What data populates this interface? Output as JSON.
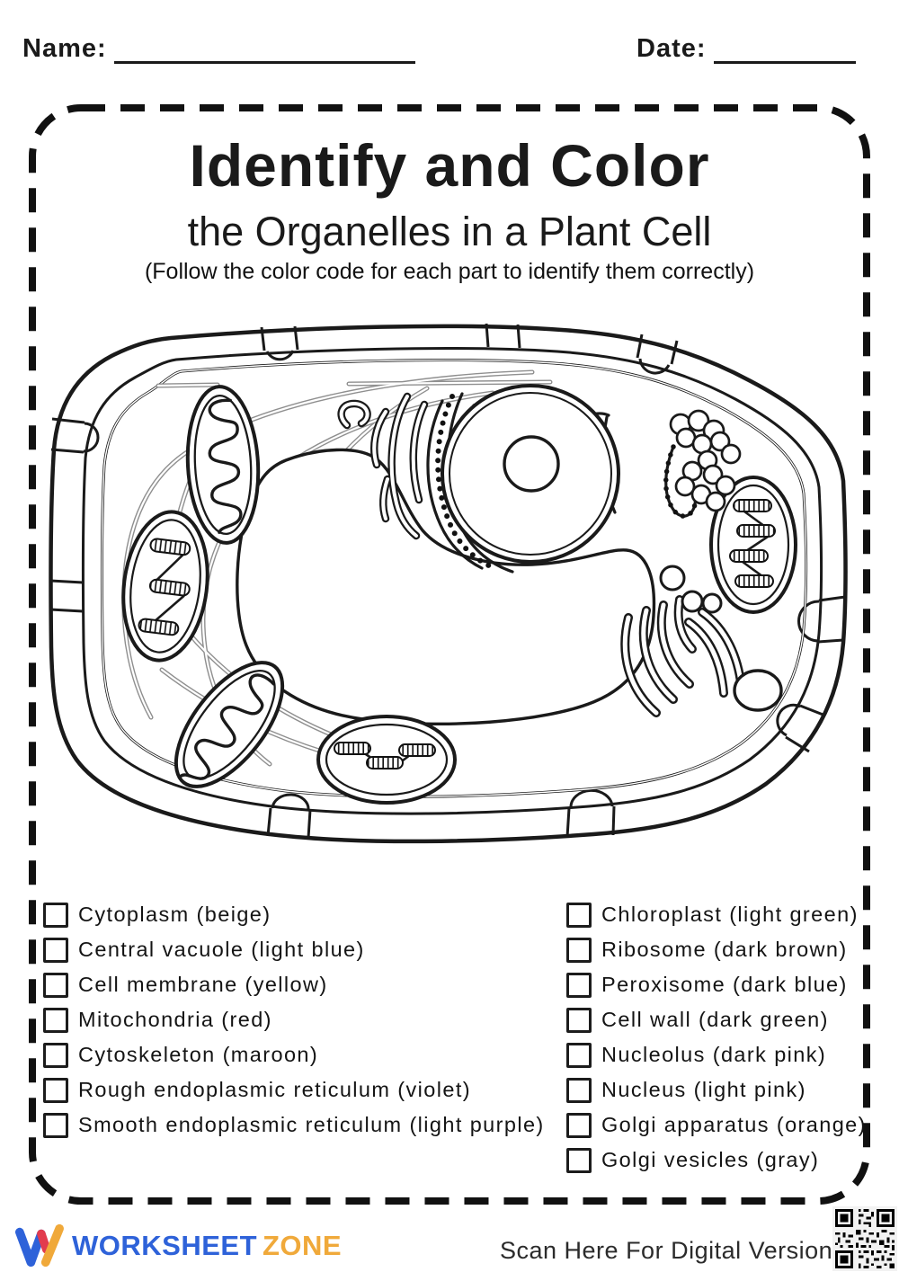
{
  "header": {
    "name_label": "Name:",
    "date_label": "Date:"
  },
  "title": {
    "main": "Identify and Color",
    "subtitle": "the Organelles in a Plant Cell",
    "instruction": "(Follow the color code for each part to identify them correctly)"
  },
  "checklist": {
    "left": [
      "Cytoplasm (beige)",
      "Central vacuole (light blue)",
      "Cell membrane (yellow)",
      "Mitochondria (red)",
      "Cytoskeleton (maroon)",
      "Rough endoplasmic reticulum (violet)",
      "Smooth endoplasmic reticulum (light purple)"
    ],
    "right": [
      "Chloroplast (light green)",
      "Ribosome (dark brown)",
      "Peroxisome (dark blue)",
      "Cell wall (dark green)",
      "Nucleolus (dark pink)",
      "Nucleus (light pink)",
      "Golgi apparatus (orange)",
      "Golgi vesicles (gray)"
    ]
  },
  "diagram": {
    "description": "Unlabeled black-and-white plant cell coloring diagram",
    "organelles_depicted": [
      "cell wall",
      "cell membrane",
      "cytoplasm",
      "central vacuole",
      "nucleus",
      "nucleolus",
      "mitochondria",
      "chloroplasts",
      "rough endoplasmic reticulum",
      "smooth endoplasmic reticulum",
      "golgi apparatus",
      "golgi vesicles",
      "ribosomes",
      "peroxisome",
      "cytoskeleton"
    ]
  },
  "footer": {
    "brand_word1": "WORKSHEET",
    "brand_word2": "ZONE",
    "scan_text": "Scan Here For Digital Version"
  },
  "colors": {
    "ink": "#1A1A1A",
    "brand_blue": "#2E62D9",
    "brand_yellow": "#F0A93A",
    "brand_red": "#E23B4E"
  }
}
